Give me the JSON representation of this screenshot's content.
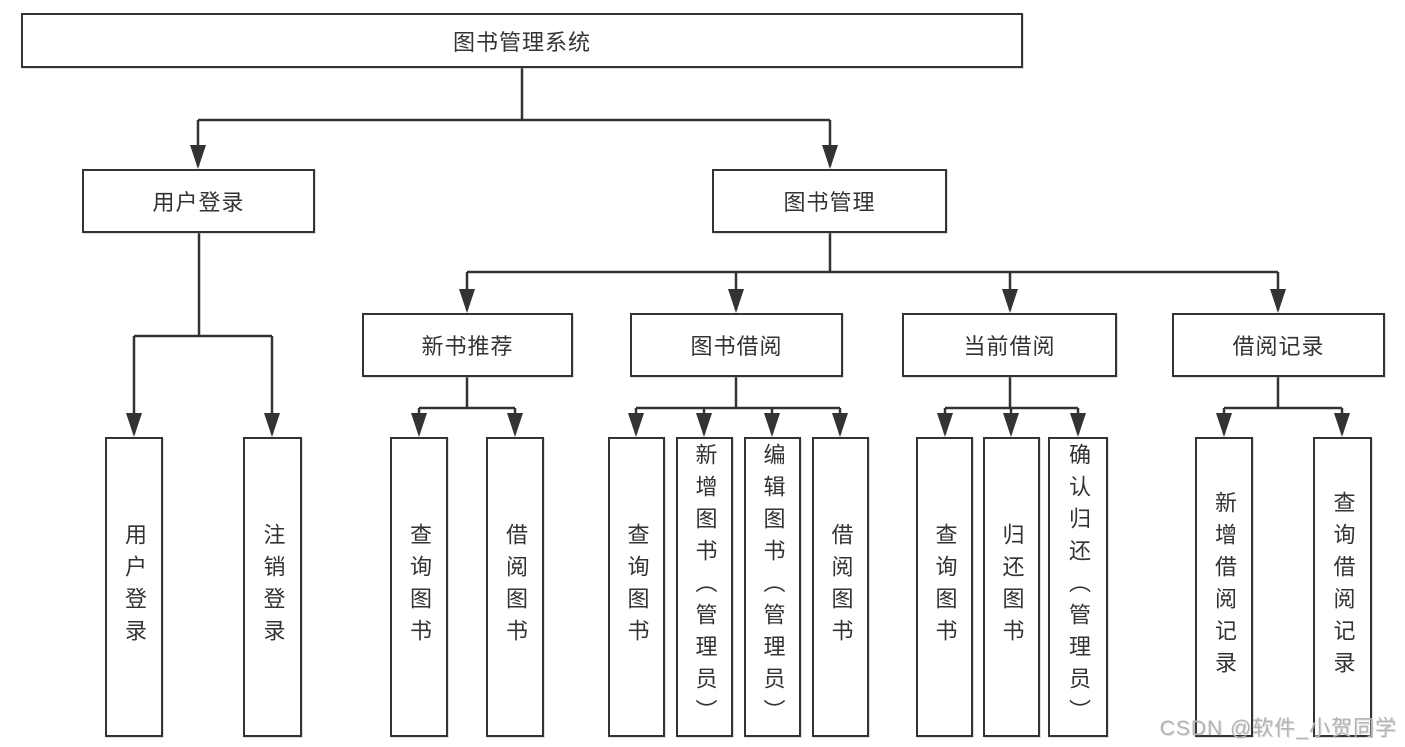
{
  "diagram": {
    "root": {
      "label": "图书管理系统"
    },
    "level2": [
      {
        "label": "用户登录"
      },
      {
        "label": "图书管理"
      }
    ],
    "level3": [
      {
        "label": "新书推荐",
        "parent": "图书管理"
      },
      {
        "label": "图书借阅",
        "parent": "图书管理"
      },
      {
        "label": "当前借阅",
        "parent": "图书管理"
      },
      {
        "label": "借阅记录",
        "parent": "图书管理"
      }
    ],
    "leaves": [
      {
        "label": "用户登录",
        "parent": "用户登录"
      },
      {
        "label": "注销登录",
        "parent": "用户登录"
      },
      {
        "label": "查询图书",
        "parent": "新书推荐"
      },
      {
        "label": "借阅图书",
        "parent": "新书推荐"
      },
      {
        "label": "查询图书",
        "parent": "图书借阅"
      },
      {
        "label": "新增图书（管理员）",
        "parent": "图书借阅"
      },
      {
        "label": "编辑图书（管理员）",
        "parent": "图书借阅"
      },
      {
        "label": "借阅图书",
        "parent": "图书借阅"
      },
      {
        "label": "查询图书",
        "parent": "当前借阅"
      },
      {
        "label": "归还图书",
        "parent": "当前借阅"
      },
      {
        "label": "确认归还（管理员）",
        "parent": "当前借阅"
      },
      {
        "label": "新增借阅记录",
        "parent": "借阅记录"
      },
      {
        "label": "查询借阅记录",
        "parent": "借阅记录"
      }
    ],
    "colors": {
      "line": "#333333",
      "box_background": "#ffffff",
      "text": "#333333",
      "watermark": "#b4b4b4"
    }
  },
  "watermark": {
    "text": "CSDN @软件_小贺同学"
  }
}
